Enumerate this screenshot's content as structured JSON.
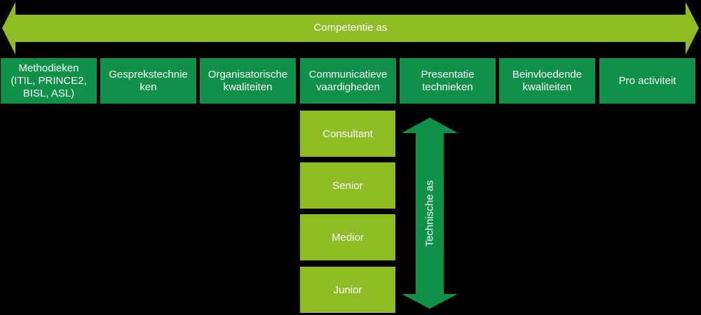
{
  "axes": {
    "competency_axis_label": "Competentie as",
    "technical_axis_label": "Technische as"
  },
  "competencies": [
    "Methodieken\n(ITIL, PRINCE2,\nBISL, ASL)",
    "Gesprekstechnie\nken",
    "Organisatorische\nkwaliteiten",
    "Communicatieve\nvaardigheden",
    "Presentatie\ntechnieken",
    "Beinvloedende\nkwaliteiten",
    "Pro activiteit"
  ],
  "levels": [
    "Consultant",
    "Senior",
    "Medior",
    "Junior"
  ],
  "colors": {
    "background": "#000000",
    "horizontal_arrow": "#8ebc24",
    "competency_box": "#0f9147",
    "level_box": "#8ebc24",
    "vertical_arrow": "#0f9147",
    "text": "#ffffff"
  }
}
